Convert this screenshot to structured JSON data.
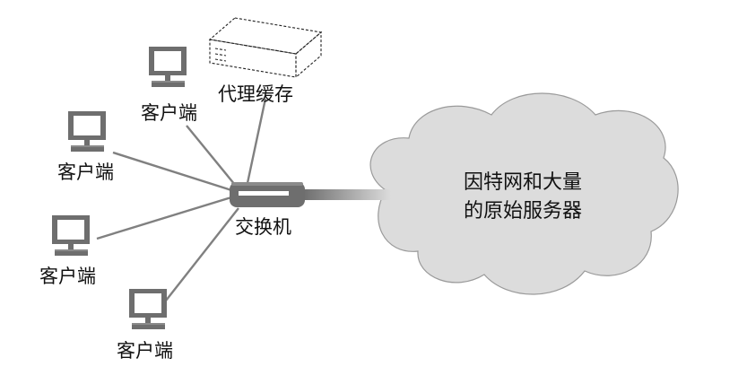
{
  "labels": {
    "client_top": "客户端",
    "client_upper_left": "客户端",
    "client_lower_left": "客户端",
    "client_bottom": "客户端",
    "proxy_cache": "代理缓存",
    "switch": "交换机",
    "cloud_line1": "因特网和大量",
    "cloud_line2": "的原始服务器"
  },
  "colors": {
    "device_gray": "#6e6e6e",
    "link_gray": "#808080",
    "cloud_fill": "#dcdcdc",
    "cloud_stroke": "#9a9a9a"
  }
}
